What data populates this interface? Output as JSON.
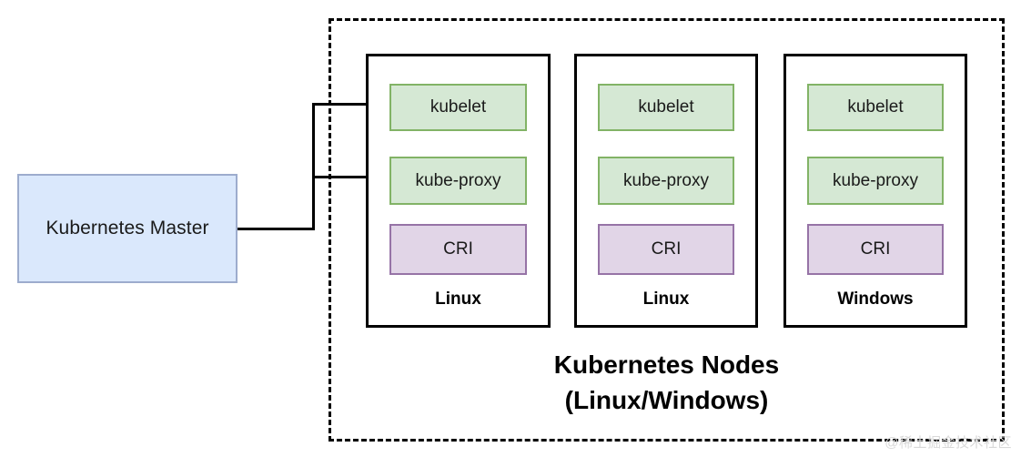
{
  "diagram": {
    "title_line1": "Kubernetes Nodes",
    "title_line2": "(Linux/Windows)",
    "watermark": "@稀土掘金技术社区"
  },
  "master": {
    "label": "Kubernetes Master",
    "fill": "#dae8fc",
    "stroke": "#9daccd"
  },
  "connectors": [
    {
      "name": "master-to-kubelet",
      "target": "kubelet",
      "arrow": true
    },
    {
      "name": "master-to-kube-proxy",
      "target": "kube-proxy",
      "arrow": true
    }
  ],
  "nodes": [
    {
      "os": "Linux",
      "components": [
        {
          "label": "kubelet",
          "kind": "green"
        },
        {
          "label": "kube-proxy",
          "kind": "green"
        },
        {
          "label": "CRI",
          "kind": "purple"
        }
      ]
    },
    {
      "os": "Linux",
      "components": [
        {
          "label": "kubelet",
          "kind": "green"
        },
        {
          "label": "kube-proxy",
          "kind": "green"
        },
        {
          "label": "CRI",
          "kind": "purple"
        }
      ]
    },
    {
      "os": "Windows",
      "components": [
        {
          "label": "kubelet",
          "kind": "green"
        },
        {
          "label": "kube-proxy",
          "kind": "green"
        },
        {
          "label": "CRI",
          "kind": "purple"
        }
      ]
    }
  ],
  "colors": {
    "green_fill": "#d5e8d4",
    "green_stroke": "#82b366",
    "purple_fill": "#e1d5e7",
    "purple_stroke": "#9673a6",
    "blue_fill": "#dae8fc",
    "blue_stroke": "#9daccd",
    "line": "#000000",
    "watermark": "#d9d9d9"
  }
}
